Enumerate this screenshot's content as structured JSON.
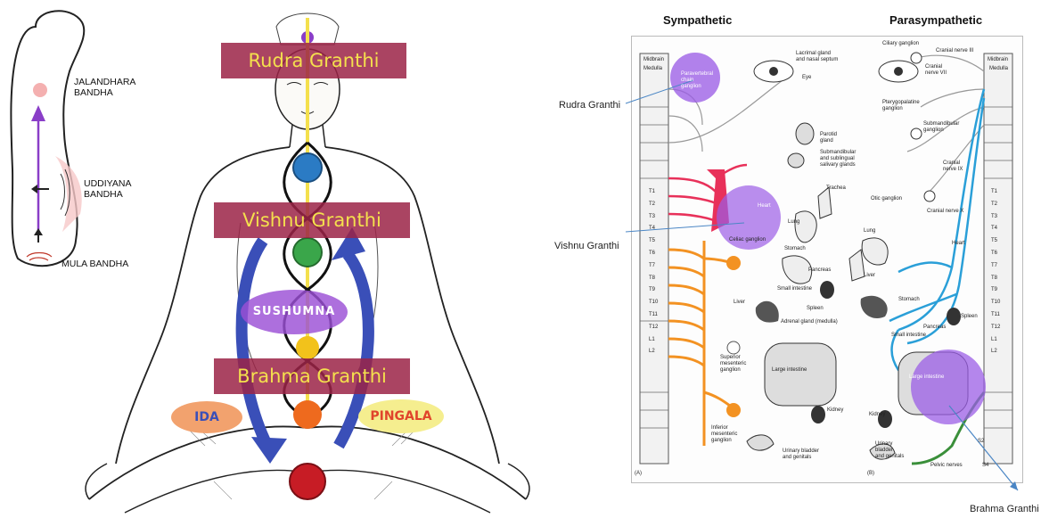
{
  "bandha": {
    "jalandhara": [
      "JALANDHARA",
      "BANDHA"
    ],
    "uddiyana": [
      "UDDIYANA",
      "BANDHA"
    ],
    "mula": "MULA BANDHA"
  },
  "granthis": {
    "rudra": "Rudra Granthi",
    "vishnu": "Vishnu Granthi",
    "brahma": "Brahma Granthi"
  },
  "nadis": {
    "sushumna": "SUSHUMNA",
    "ida": "IDA",
    "pingala": "PINGALA"
  },
  "nervous_system": {
    "sympathetic_title": "Sympathetic",
    "parasympathetic_title": "Parasympathetic",
    "rudra_label": "Rudra Granthi",
    "vishnu_label": "Vishnu Granthi",
    "brahma_label": "Brahma Granthi",
    "panel_a": "(A)",
    "panel_b": "(B)",
    "symp_labels": {
      "paravertebral": [
        "Paravertebral",
        "chain",
        "ganglion"
      ],
      "lacrimal": [
        "Lacrimal gland",
        "and nasal septum"
      ],
      "eye": "Eye",
      "parotid": [
        "Parotid",
        "gland"
      ],
      "submandibular": [
        "Submandibular",
        "and sublingual",
        "salivary glands"
      ],
      "trachea": "Trachea",
      "lung": "Lung",
      "heart": "Heart",
      "celiac": "Celiac ganglion",
      "stomach": "Stomach",
      "pancreas": "Pancreas",
      "small_intestine": "Small intestine",
      "liver": "Liver",
      "spleen": "Spleen",
      "adrenal": "Adrenal gland (medulla)",
      "superior_mesenteric": [
        "Superior",
        "mesenteric",
        "ganglion"
      ],
      "large_intestine": "Large intestine",
      "kidney": "Kidney",
      "inferior_mesenteric": [
        "Inferior",
        "mesenteric",
        "ganglion"
      ],
      "urinary": [
        "Urinary bladder",
        "and genitals"
      ]
    },
    "para_labels": {
      "ciliary": "Ciliary ganglion",
      "cranial3": "Cranial nerve III",
      "cranial7": [
        "Cranial",
        "nerve VII"
      ],
      "midbrain": "Midbrain",
      "medulla": "Medulla",
      "pterygopalatine": [
        "Pterygopalatine",
        "ganglion"
      ],
      "submandibular": [
        "Submandibular",
        "ganglion"
      ],
      "cranial9": [
        "Cranial",
        "nerve IX"
      ],
      "otic": "Otic ganglion",
      "cranial10": "Cranial nerve X",
      "lung": "Lung",
      "heart": "Heart",
      "liver": "Liver",
      "stomach": "Stomach",
      "pancreas": "Pancreas",
      "spleen": "Spleen",
      "small_intestine": "Small intestine",
      "large_intestine": "Large intestine",
      "kidney": "Kidney",
      "urinary": [
        "Urinary",
        "bladder",
        "and genitals"
      ],
      "pelvic": "Pelvic nerves",
      "s2": "S2",
      "s4": "S4"
    },
    "spine_left": [
      "Midbrain",
      "Medulla"
    ],
    "vertebrae": [
      "T1",
      "T2",
      "T3",
      "T4",
      "T5",
      "T6",
      "T7",
      "T8",
      "T9",
      "T10",
      "T11",
      "T12",
      "L1",
      "L2"
    ]
  },
  "colors": {
    "granthi_band": "#9b2346",
    "granthi_text": "#f4e04d",
    "sushumna": "#9b4fd6",
    "ida": "#f2a26e",
    "pingala": "#f5ee8f",
    "arrow": "#3a4fb8",
    "highlight_circle": "#9b5de5",
    "sympathetic_nerves": "#f39222",
    "cardiac_nerves": "#e8315a",
    "parasympathetic_nerves": "#2a9fd8"
  }
}
